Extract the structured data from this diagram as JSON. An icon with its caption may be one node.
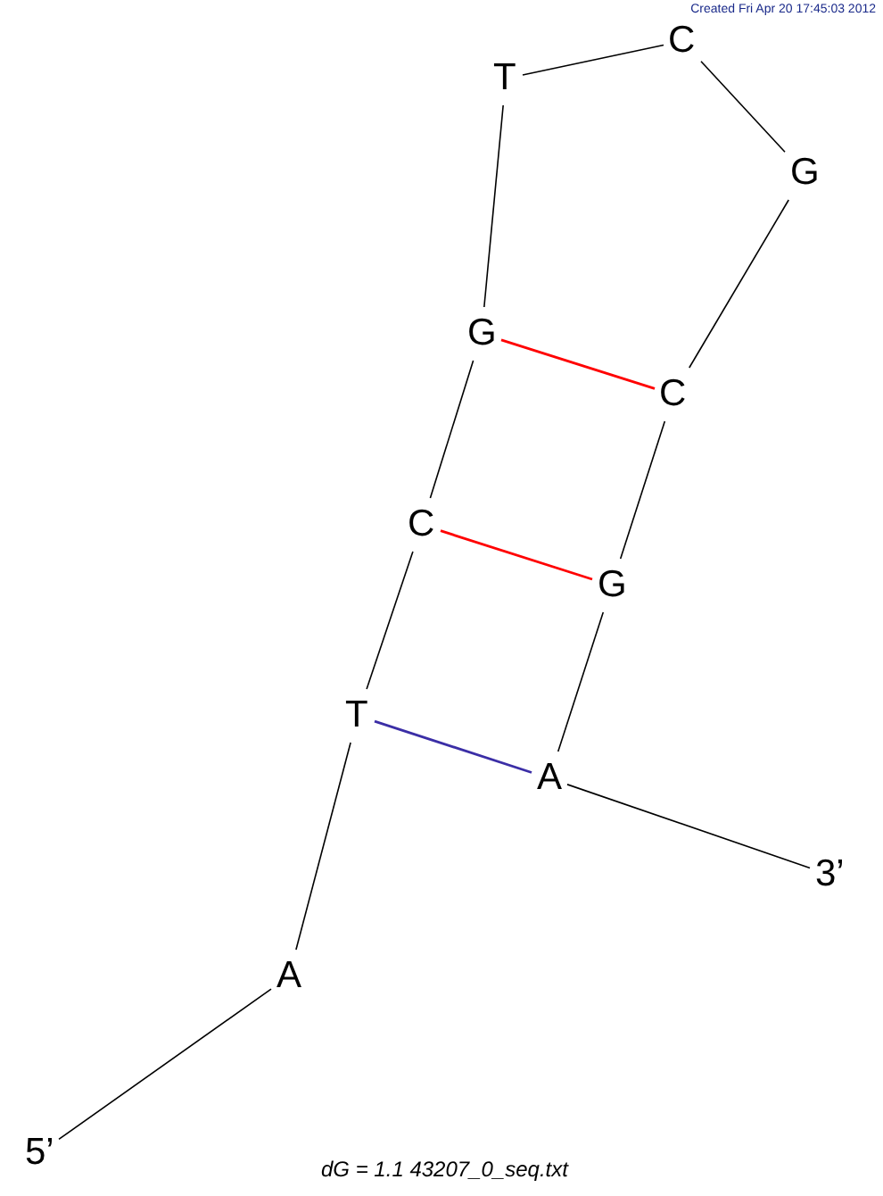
{
  "diagram": {
    "nodes": [
      {
        "text": [
          "A"
        ]
      },
      {
        "text": [
          "T"
        ]
      },
      {
        "text": [
          "C"
        ]
      },
      {
        "text": [
          "G"
        ]
      },
      {
        "text": [
          "T"
        ]
      },
      {
        "text": [
          "C"
        ]
      },
      {
        "text": [
          "G"
        ]
      },
      {
        "text": [
          "C"
        ]
      },
      {
        "text": [
          "G"
        ]
      },
      {
        "text": [
          "A"
        ]
      },
      {
        "text": [
          "5’"
        ]
      },
      {
        "text": [
          "3’"
        ]
      }
    ],
    "edges": [
      {
        "from": 10,
        "to": 0,
        "arrow": "none"
      },
      {
        "from": 0,
        "to": 1,
        "arrow": "none"
      },
      {
        "from": 1,
        "to": 2,
        "arrow": "none"
      },
      {
        "from": 2,
        "to": 3,
        "arrow": "none"
      },
      {
        "from": 3,
        "to": 4,
        "arrow": "none"
      },
      {
        "from": 4,
        "to": 5,
        "arrow": "none"
      },
      {
        "from": 5,
        "to": 6,
        "arrow": "none"
      },
      {
        "from": 6,
        "to": 7,
        "arrow": "none"
      },
      {
        "from": 7,
        "to": 8,
        "arrow": "none"
      },
      {
        "from": 8,
        "to": 9,
        "arrow": "none"
      },
      {
        "from": 9,
        "to": 11,
        "arrow": "none"
      },
      {
        "from": 3,
        "to": 7,
        "arrow": "none",
        "color": "#ff0000"
      },
      {
        "from": 2,
        "to": 8,
        "arrow": "none",
        "color": "#ff0000"
      },
      {
        "from": 1,
        "to": 9,
        "arrow": "none",
        "color": "#3b2ea6"
      }
    ],
    "labels": [
      "Created Fri Apr 20 17:45:03 2012",
      "dG = 1.1 43207_0_seq.txt"
    ]
  }
}
